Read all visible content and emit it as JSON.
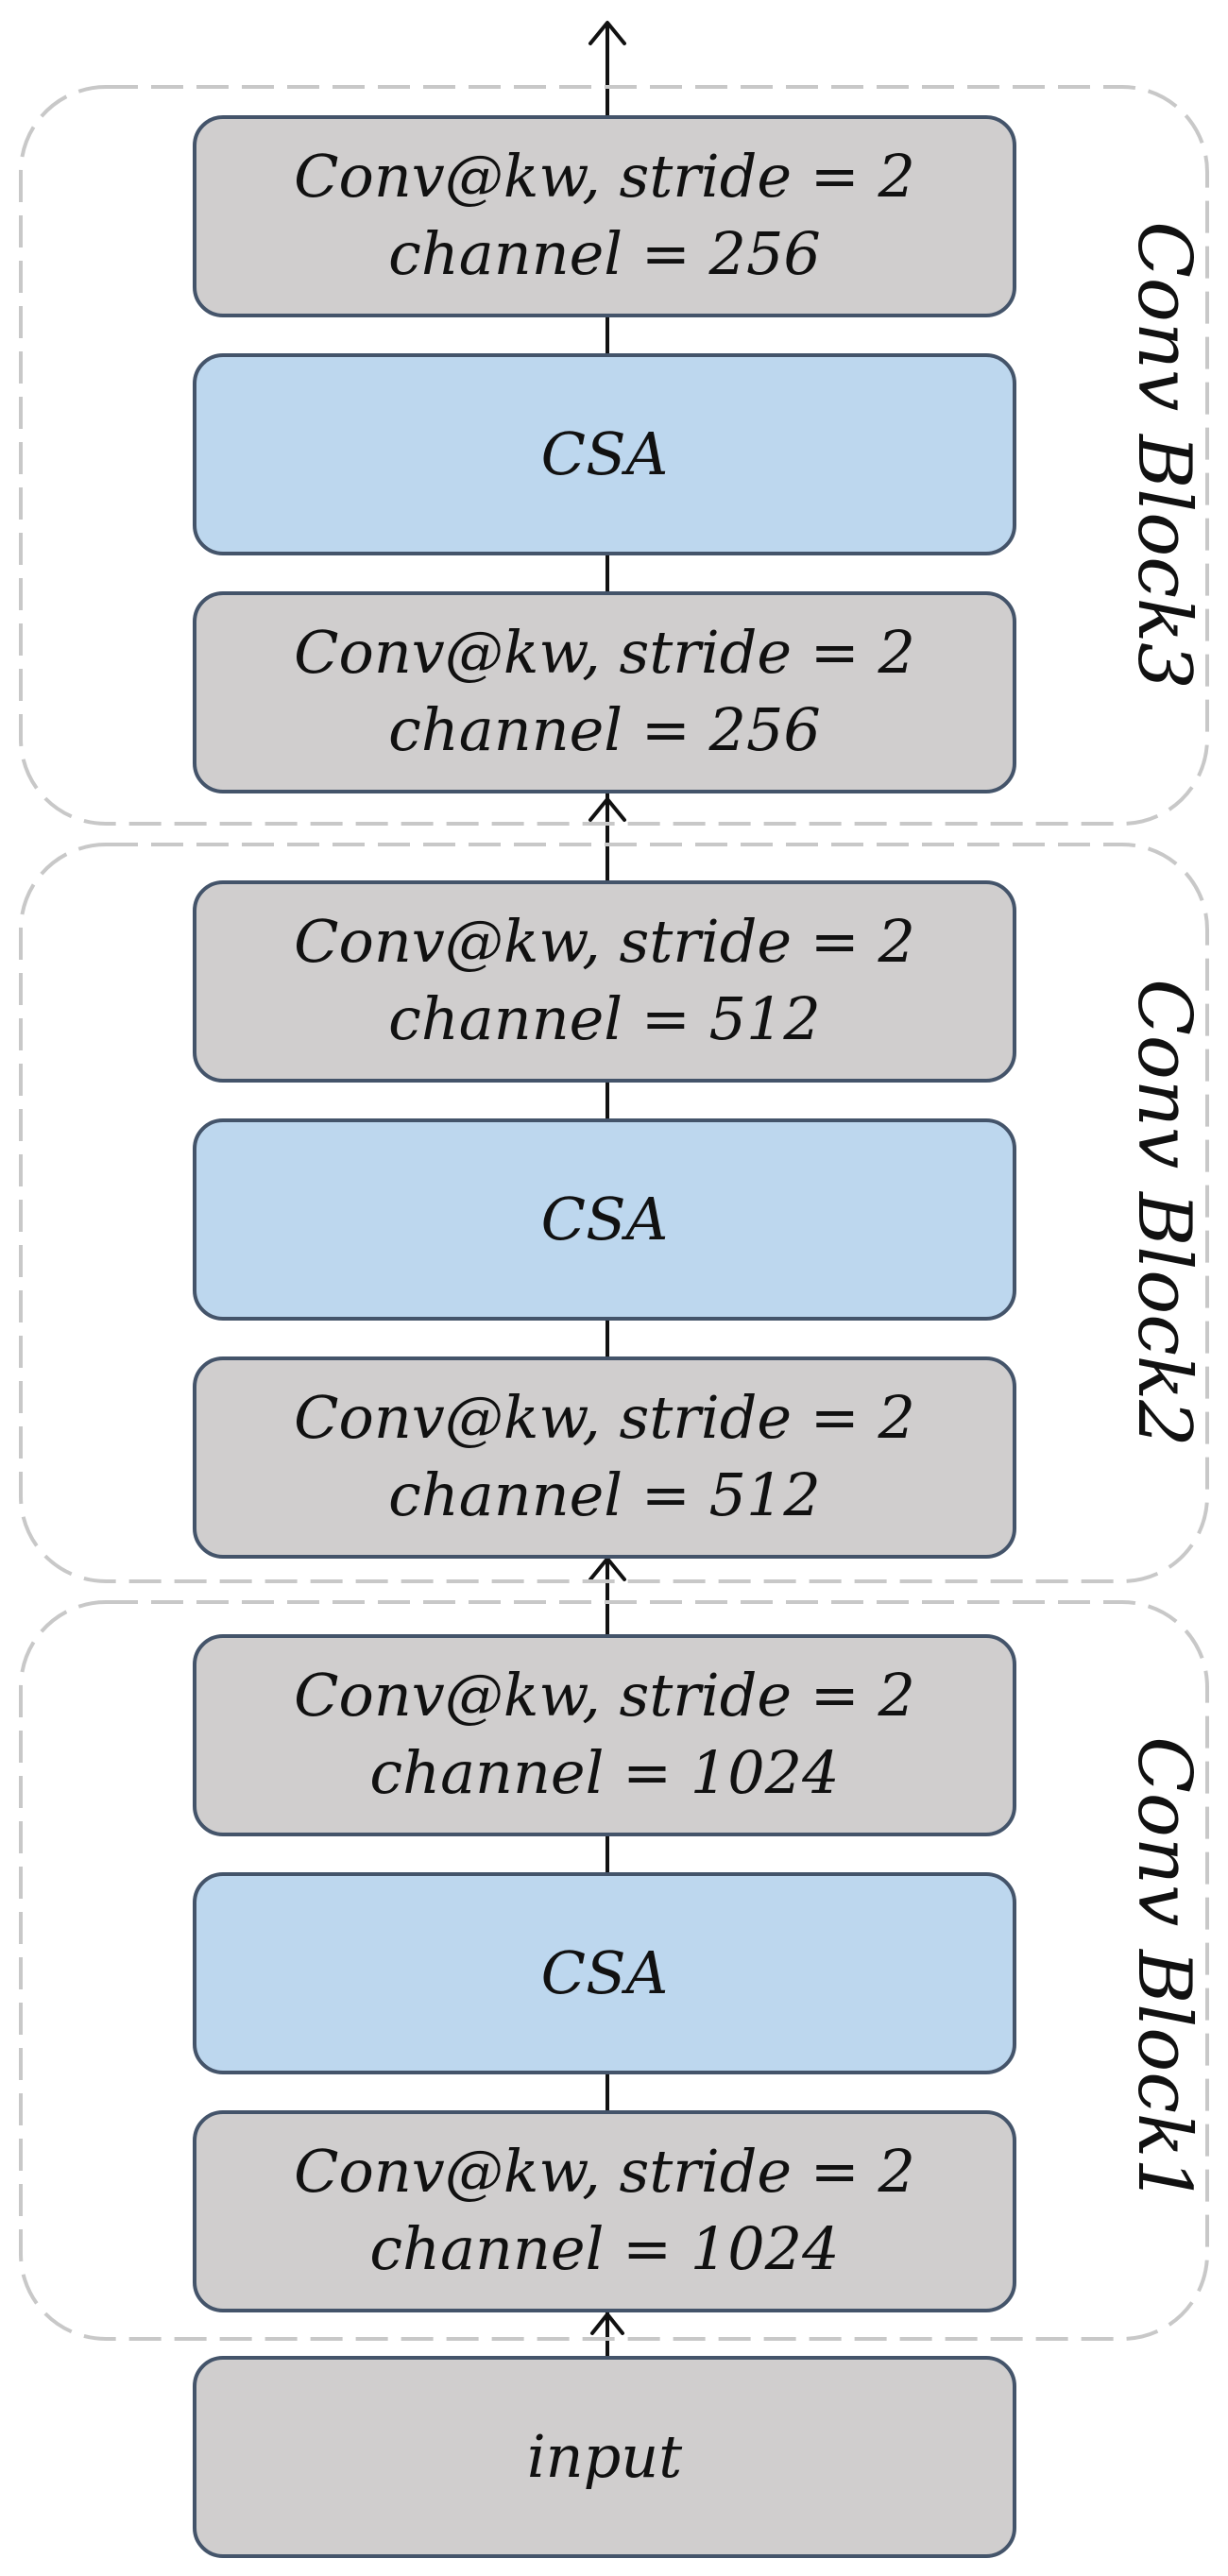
{
  "groups": [
    {
      "label": "Conv Block1",
      "blocks": [
        {
          "kind": "conv",
          "line1": "Conv@kw, stride = 2",
          "line2": "channel = 1024"
        },
        {
          "kind": "csa",
          "line1": "CSA"
        },
        {
          "kind": "conv",
          "line1": "Conv@kw, stride = 2",
          "line2": "channel = 1024"
        }
      ]
    },
    {
      "label": "Conv Block2",
      "blocks": [
        {
          "kind": "conv",
          "line1": "Conv@kw, stride = 2",
          "line2": "channel = 512"
        },
        {
          "kind": "csa",
          "line1": "CSA"
        },
        {
          "kind": "conv",
          "line1": "Conv@kw, stride = 2",
          "line2": "channel = 512"
        }
      ]
    },
    {
      "label": "Conv Block3",
      "blocks": [
        {
          "kind": "conv",
          "line1": "Conv@kw, stride = 2",
          "line2": "channel = 256"
        },
        {
          "kind": "csa",
          "line1": "CSA"
        },
        {
          "kind": "conv",
          "line1": "Conv@kw, stride = 2",
          "line2": "channel = 256"
        }
      ]
    }
  ],
  "input": {
    "label": "input"
  },
  "colors": {
    "conv_fill": "#d0cece",
    "csa_fill": "#bdd7ee",
    "border": "#44546a",
    "group_border": "#c8c8c8",
    "text": "#111111"
  }
}
